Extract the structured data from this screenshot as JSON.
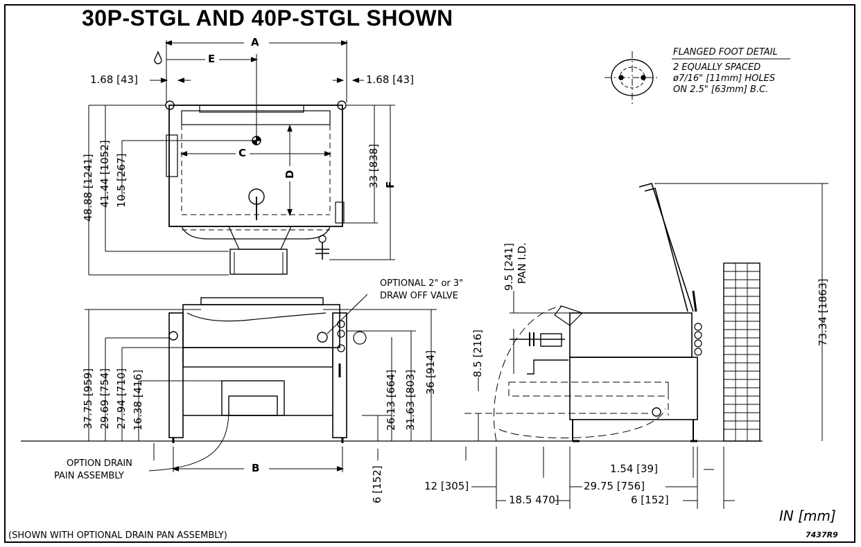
{
  "title": "30P-STGL AND 40P-STGL SHOWN",
  "flanged_foot": {
    "heading": "FLANGED FOOT DETAIL",
    "line1": "2 EQUALLY SPACED",
    "line2": "ø7/16\" [11mm] HOLES",
    "line3": "ON 2.5\" [63mm] B.C."
  },
  "letters": {
    "a": "A",
    "b": "B",
    "c": "C",
    "d": "D",
    "e": "E",
    "f": "F"
  },
  "top_view": {
    "left_offset": "1.68 [43]",
    "right_offset": "1.68 [43]",
    "dim_41": "41.44 [1052]",
    "dim_48": "48.88 [1241]",
    "dim_10": "10.5 [267]",
    "dim_33": "33 [838]"
  },
  "front_view": {
    "valve_line1": "OPTIONAL 2\" or 3\"",
    "valve_line2": "DRAW OFF VALVE",
    "dim_3775": "37.75 [959]",
    "dim_2969": "29.69 [754]",
    "dim_2794": "27.94 [710]",
    "dim_1638": "16.38 [416]",
    "dim_2613": "26.13 [664]",
    "dim_3163": "31.63 [803]",
    "dim_36": "36 [914]",
    "dim_6": "6 [152]",
    "drain_line1": "OPTION DRAIN",
    "drain_line2": "PAIN ASSEMBLY"
  },
  "side_view": {
    "pan_id_dim": "9.5 [241]",
    "pan_id_label": "PAN I.D.",
    "dim_85": "8.5 [216]",
    "dim_7334": "73.34 [1863]",
    "dim_12": "12 [305]",
    "dim_185": "18.5 470]",
    "dim_154": "1.54 [39]",
    "dim_2975": "29.75 [756]",
    "dim_6b": "6 [152]"
  },
  "units": "IN [mm]",
  "footnote": "(SHOWN WITH OPTIONAL DRAIN PAN ASSEMBLY)",
  "drawing_no": "7437R9"
}
